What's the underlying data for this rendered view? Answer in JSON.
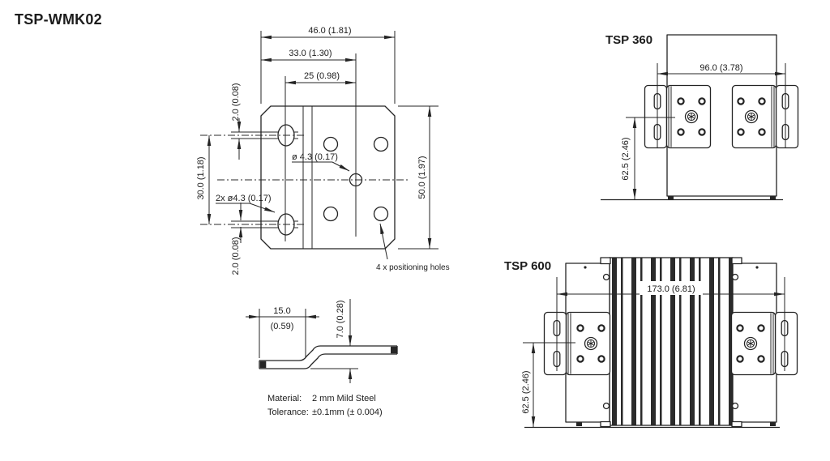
{
  "title": "TSP-WMK02",
  "colors": {
    "ink": "#242424",
    "paper": "#ffffff"
  },
  "top_view": {
    "dim_width_overall": "46.0 (1.81)",
    "dim_width_to_center_hole": "33.0 (1.30)",
    "dim_slot_to_center_hole": "25 (0.98)",
    "dim_slot_width_top": "2.0 (0.08)",
    "dim_slot_pitch": "30.0 (1.18)",
    "dim_slot_width_bottom": "2.0 (0.08)",
    "label_slots": "2x ø4.3 (0.17)",
    "label_center_hole": "ø 4.3 (0.17)",
    "dim_height_overall": "50.0 (1.97)",
    "note_positioning_holes": "4 x positioning holes"
  },
  "side_view": {
    "dim_flange_length_mm": "15.0",
    "dim_flange_length_in": "(0.59)",
    "dim_step_height": "7.0 (0.28)",
    "material_label": "Material:",
    "material_value": "2 mm Mild Steel",
    "tolerance_label": "Tolerance:",
    "tolerance_value": "±0.1mm (± 0.004)"
  },
  "tsp360": {
    "title": "TSP 360",
    "dim_slot_pitch": "96.0 (3.78)",
    "dim_center_to_base": "62.5 (2.46)"
  },
  "tsp600": {
    "title": "TSP 600",
    "dim_slot_pitch": "173.0 (6.81)",
    "dim_center_to_base": "62.5 (2.46)"
  }
}
